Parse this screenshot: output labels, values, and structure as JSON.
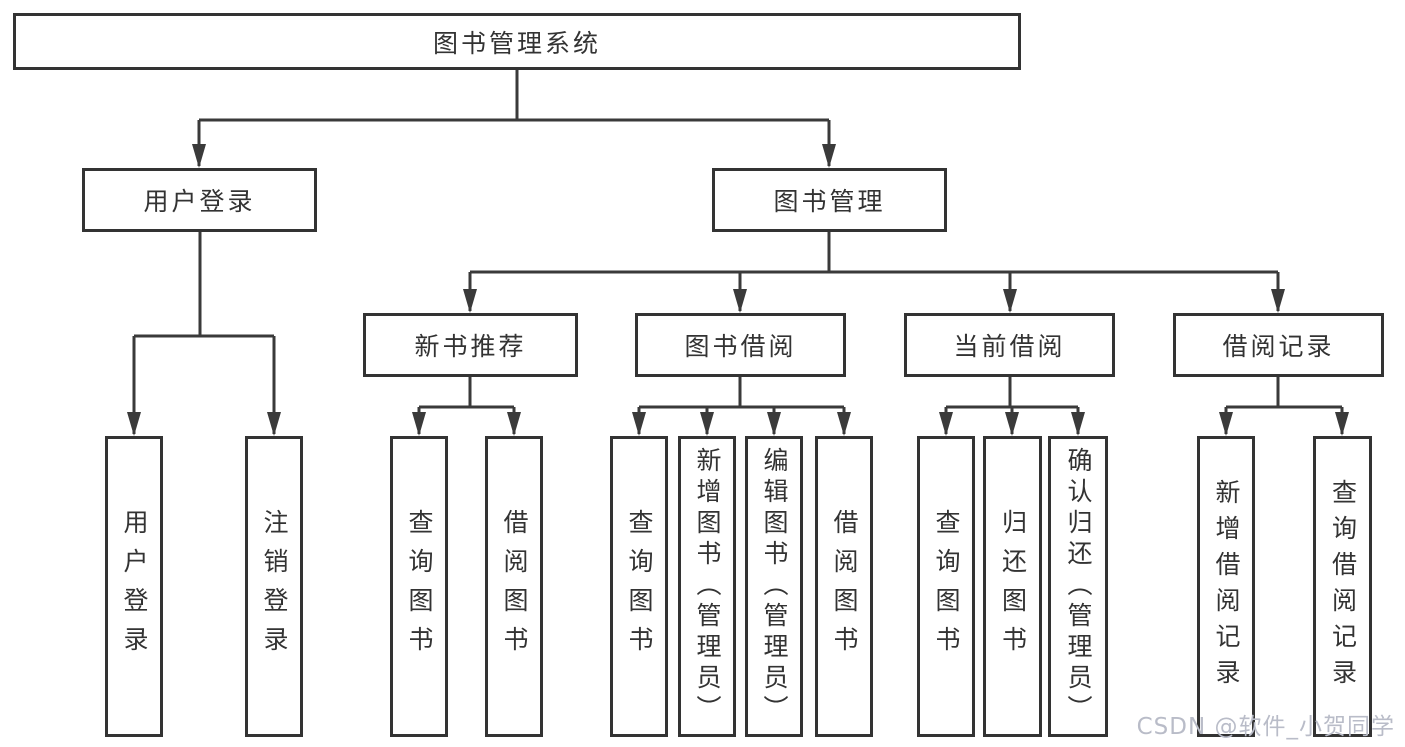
{
  "tree": {
    "root": "图书管理系统",
    "level2": {
      "user_login": "用户登录",
      "book_management": "图书管理"
    },
    "level3": {
      "new_book_recommend": "新书推荐",
      "book_borrowing": "图书借阅",
      "current_borrowing": "当前借阅",
      "borrowing_records": "借阅记录"
    },
    "leaves": {
      "user_login": "用户登录",
      "logout": "注销登录",
      "recommend_query_books": "查询图书",
      "recommend_borrow_books": "借阅图书",
      "borrowing_query_books": "查询图书",
      "borrowing_add_books": "新增图书（管理员）",
      "borrowing_edit_books": "编辑图书（管理员）",
      "borrowing_borrow_books": "借阅图书",
      "current_query_books": "查询图书",
      "current_return_books": "归还图书",
      "current_confirm_return": "确认归还（管理员）",
      "records_add_record": "新增借阅记录",
      "records_query_record": "查询借阅记录"
    }
  },
  "watermark": "CSDN @软件_小贺同学",
  "colors": {
    "line": "#3a3a3a",
    "border": "#333333",
    "text": "#333333",
    "watermark": "#b9bcc8"
  }
}
